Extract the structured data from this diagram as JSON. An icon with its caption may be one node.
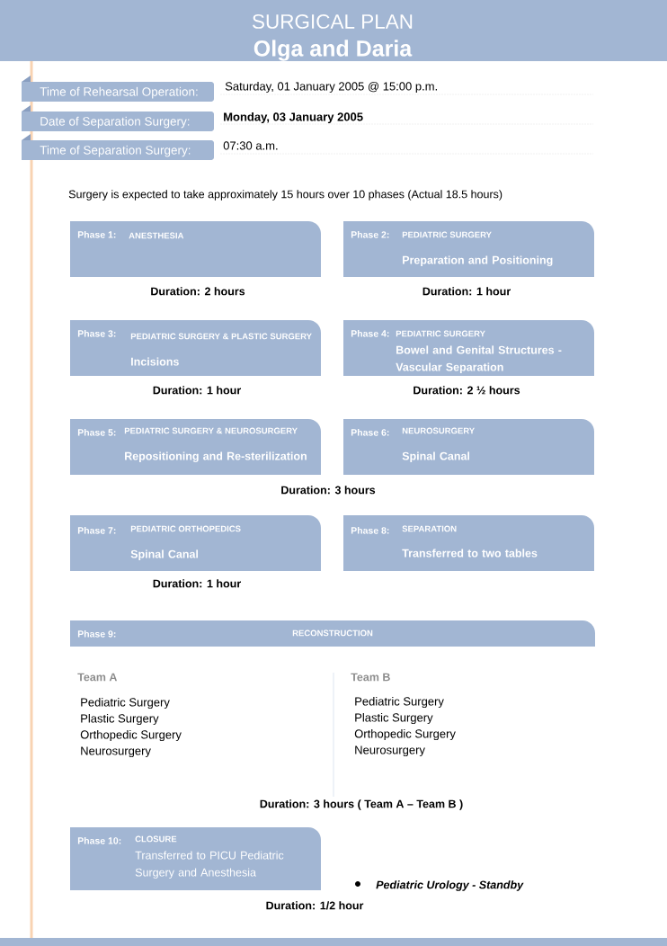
{
  "diagram": {
    "nodes": [
      {
        "text": [
          "SURGICAL PLAN",
          "Olga and Daria"
        ]
      },
      {
        "text": [
          "Time of Rehearsal Operation:"
        ],
        "beside": [
          "Saturday, 01 January 2005 @ 15:00 p.m."
        ]
      },
      {
        "text": [
          "Date of Separation Surgery:"
        ],
        "beside": [
          "Monday, 03 January 2005"
        ]
      },
      {
        "text": [
          "Time of Separation Surgery:"
        ],
        "beside": [
          "07:30 a.m."
        ]
      },
      {
        "text": [
          "Phase 1:",
          "ANESTHESIA"
        ],
        "beside": [
          "Duration: 2 hours"
        ]
      },
      {
        "text": [
          "Phase 2:",
          "PEDIATRIC SURGERY",
          "Preparation and Positioning"
        ],
        "beside": [
          "Duration: 1 hour"
        ]
      },
      {
        "text": [
          "Phase 3:",
          "PEDIATRIC SURGERY & PLASTIC SURGERY",
          "Incisions"
        ],
        "beside": [
          "Duration: 1 hour"
        ]
      },
      {
        "text": [
          "Phase 4:",
          "PEDIATRIC SURGERY",
          "Bowel and Genital Structures - Vascular Separation"
        ],
        "beside": [
          "Duration: 2 ½ hours"
        ]
      },
      {
        "text": [
          "Phase 5:",
          "PEDIATRIC SURGERY & NEUROSURGERY",
          "Repositioning and Re-sterilization"
        ]
      },
      {
        "text": [
          "Phase 6:",
          "NEUROSURGERY",
          "Spinal Canal"
        ]
      },
      {
        "text": [
          "Phase 7:",
          "PEDIATRIC ORTHOPEDICS",
          "Spinal Canal"
        ],
        "beside": [
          "Duration: 1 hour"
        ]
      },
      {
        "text": [
          "Phase 8:",
          "SEPARATION",
          "Transferred to two tables"
        ]
      },
      {
        "text": [
          "Phase 9:",
          "RECONSTRUCTION"
        ]
      },
      {
        "text": [
          "Phase 10:",
          "CLOSURE",
          "Transferred to PICU Pediatric Surgery and Anesthesia"
        ],
        "beside": [
          "Duration: 1/2 hour"
        ]
      }
    ],
    "labels": [
      "Surgery is expected to take approximately 15 hours over 10 phases (Actual 18.5 hours)",
      "Duration: 3 hours",
      "Team A",
      "Pediatric Surgery",
      "Plastic Surgery",
      "Orthopedic Surgery",
      "Neurosurgery",
      "Team B",
      "Pediatric Surgery",
      "Plastic Surgery",
      "Orthopedic Surgery",
      "Neurosurgery",
      "Duration: 3 hours ( Team A – Team B )",
      "Pediatric Urology - Standby"
    ]
  }
}
